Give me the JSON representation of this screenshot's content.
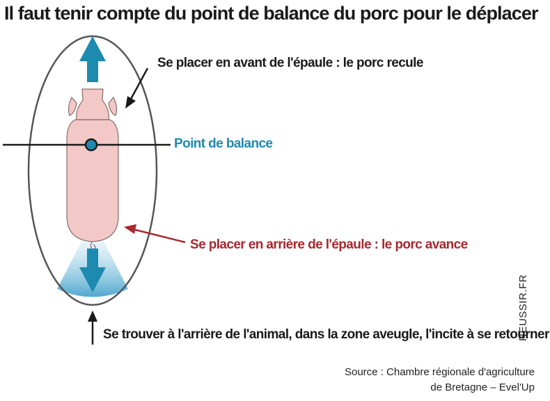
{
  "title": "Il faut tenir compte du point de balance du porc pour le déplacer",
  "labels": {
    "front": "Se placer en avant de l'épaule : le porc recule",
    "balance": "Point de balance",
    "behind": "Se placer en arrière de l'épaule : le porc avance",
    "blind_zone": "Se trouver à l'arrière de l'animal, dans la zone aveugle, l'incite à se retourner"
  },
  "source": {
    "line1": "Source : Chambre régionale d'agriculture",
    "line2": "de Bretagne – Evel'Up"
  },
  "site": "REUSSIR.FR",
  "colors": {
    "arrow_blue": "#1e8ab0",
    "balance_blue": "#1e8ab0",
    "red": "#a8282e",
    "pig_fill": "#f2c9c6",
    "pig_stroke": "#8a6a68",
    "ellipse": "#555555",
    "text_dark": "#1a1a1a"
  },
  "icons": {
    "forward_arrow": "arrow-up-icon",
    "backward_arrow": "arrow-down-icon"
  }
}
